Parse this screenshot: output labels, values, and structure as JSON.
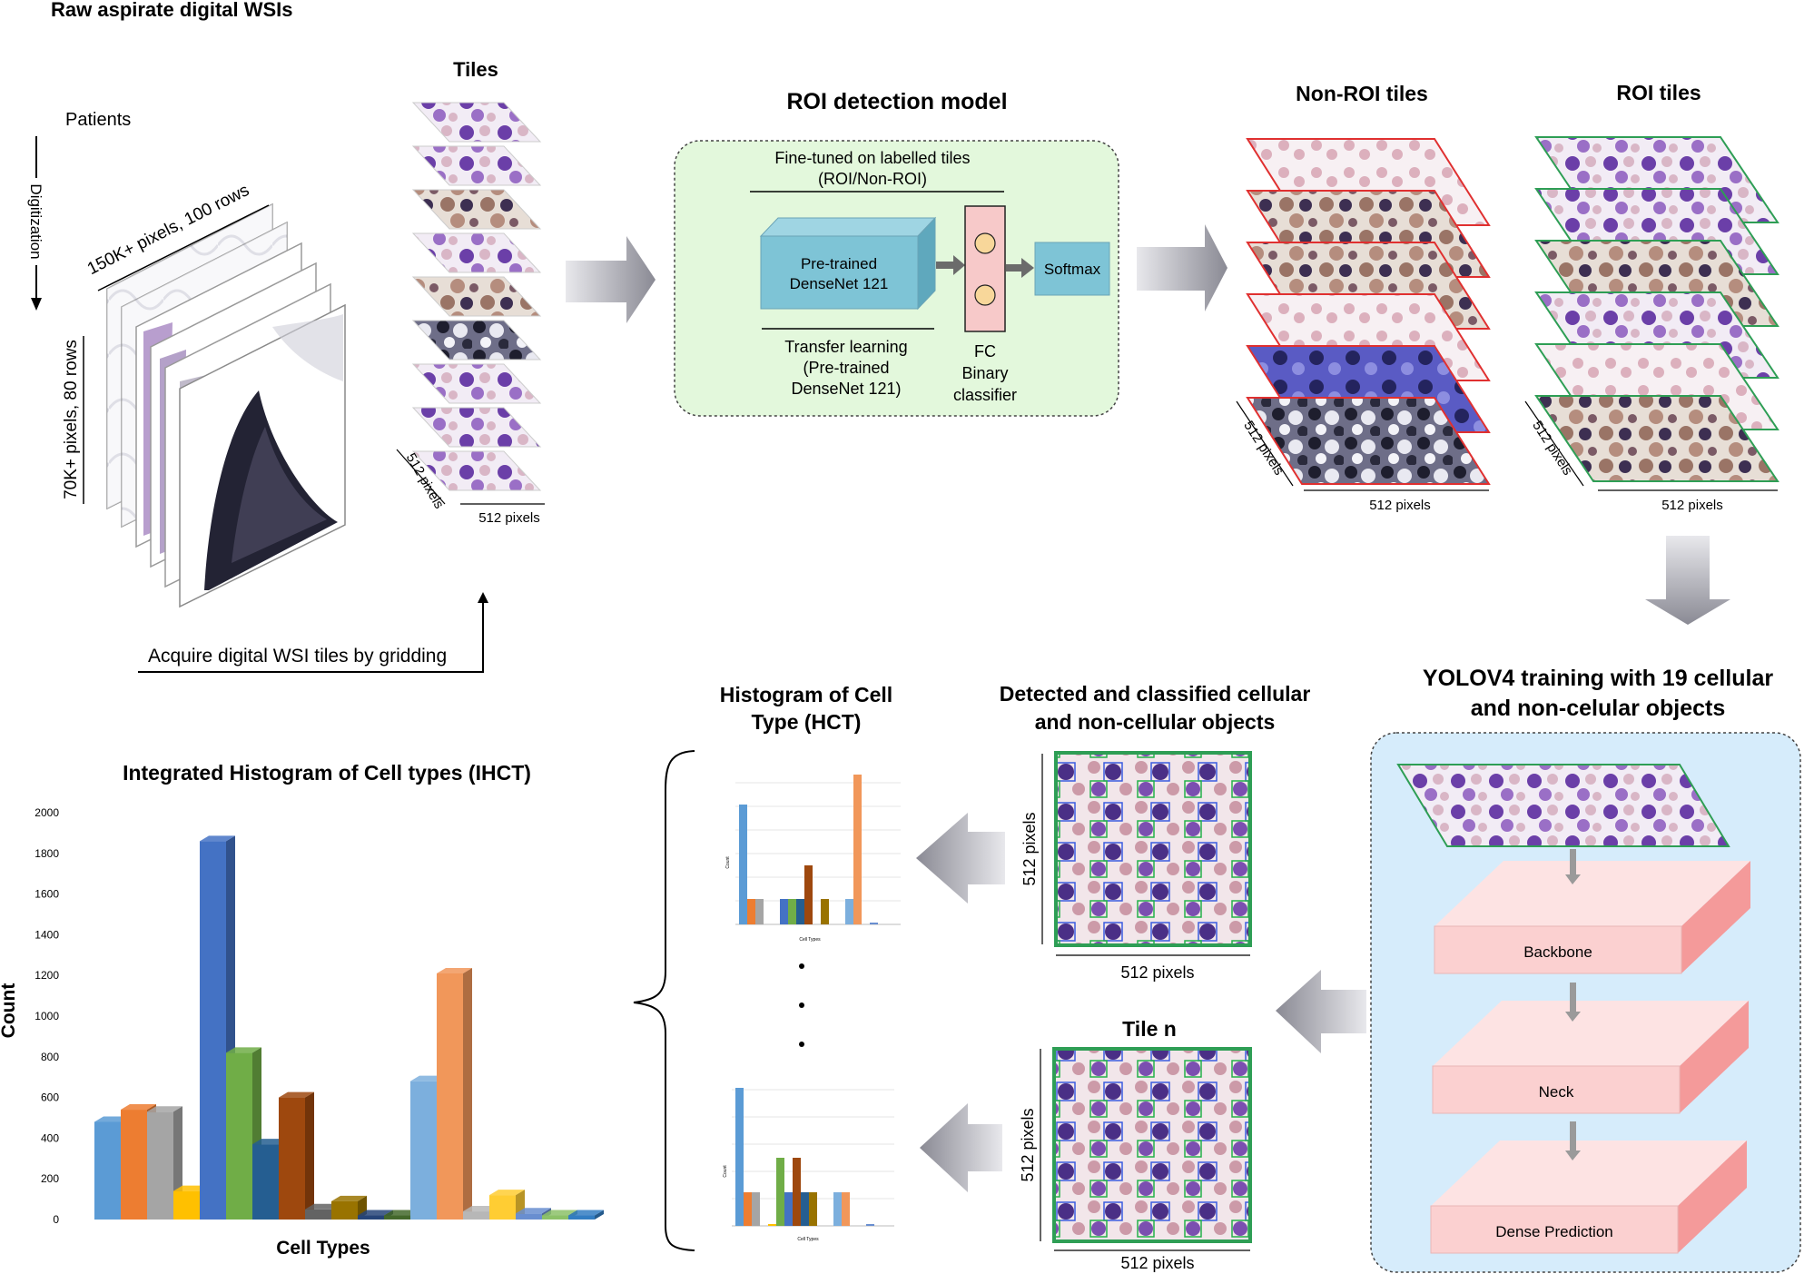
{
  "wsi": {
    "title": "Raw aspirate digital WSIs",
    "patients": "Patients",
    "digitization": "Digitization",
    "width_label": "150K+ pixels, 100 rows",
    "height_label": "70K+ pixels, 80 rows",
    "acquire": "Acquire digital WSI tiles by gridding"
  },
  "tiles": {
    "title": "Tiles",
    "px_h": "512 pixels",
    "px_w": "512 pixels"
  },
  "roi_model": {
    "title": "ROI detection model",
    "finetuned_1": "Fine-tuned on labelled tiles",
    "finetuned_2": "(ROI/Non-ROI)",
    "pretrained_1": "Pre-trained",
    "pretrained_2": "DenseNet 121",
    "softmax": "Softmax",
    "transfer_1": "Transfer learning",
    "transfer_2": "(Pre-trained",
    "transfer_3": "DenseNet 121)",
    "fc_1": "FC",
    "fc_2": "Binary",
    "fc_3": "classifier"
  },
  "non_roi": {
    "title": "Non-ROI tiles",
    "px_h": "512 pixels",
    "px_w": "512 pixels"
  },
  "roi": {
    "title": "ROI tiles",
    "px_h": "512 pixels",
    "px_w": "512 pixels"
  },
  "yolo": {
    "title_1": "YOLOV4 training with 19 cellular",
    "title_2": "and non-celular objects",
    "backbone": "Backbone",
    "neck": "Neck",
    "dense": "Dense Prediction"
  },
  "detected": {
    "title_1": "Detected and classified cellular",
    "title_2": "and non-cellular objects",
    "px_v": "512 pixels",
    "px_h": "512 pixels",
    "tile_n": "Tile n",
    "px_v2": "512 pixels",
    "px_h2": "512 pixels"
  },
  "hct": {
    "title_1": "Histogram of Cell",
    "title_2": "Type (HCT)",
    "ylabel": "Count",
    "xlabel": "Cell Types"
  },
  "colors": {
    "box_fill": "#e3f8dc",
    "yolo_fill": "#d6ecfb",
    "densenet": "#7ec4d6",
    "fc_fill": "#f7c9c9",
    "layer_fill": "#fbd0d0",
    "roi_border": "#2e9e55",
    "nonroi_border": "#e03030"
  },
  "chart_data": {
    "type": "bar",
    "title": "Integrated Histogram of Cell types (IHCT)",
    "xlabel": "Cell Types",
    "ylabel": "Count",
    "ylim": [
      0,
      2000
    ],
    "yticks": [
      0,
      200,
      400,
      600,
      800,
      1000,
      1200,
      1400,
      1600,
      1800,
      2000
    ],
    "grid": false,
    "values": [
      480,
      540,
      530,
      140,
      1860,
      820,
      370,
      600,
      50,
      90,
      20,
      20,
      680,
      1210,
      40,
      120,
      30,
      20,
      20
    ],
    "colors": [
      "#5b9bd5",
      "#ed7d31",
      "#a5a5a5",
      "#ffc000",
      "#4472c4",
      "#70ad47",
      "#255e91",
      "#9e480e",
      "#636363",
      "#997300",
      "#264478",
      "#43682b",
      "#7cafdd",
      "#f1975a",
      "#b7b7b7",
      "#ffcd33",
      "#698ed0",
      "#8cc168",
      "#327dc2"
    ]
  }
}
